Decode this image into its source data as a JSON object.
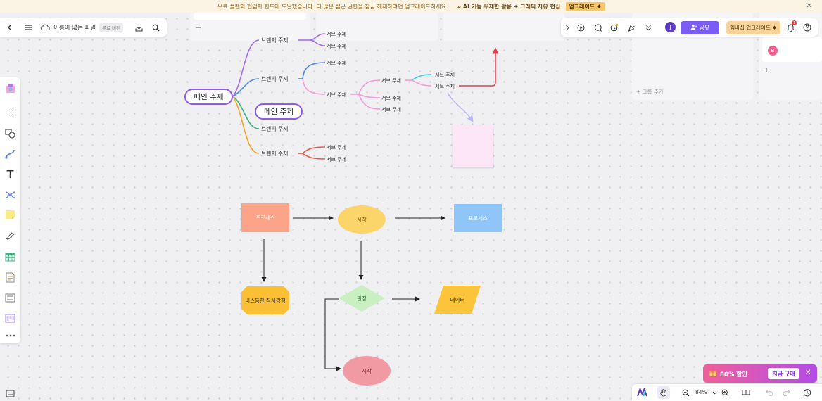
{
  "banner": {
    "message": "무료 플랜의 협업자 한도에 도달했습니다. 더 많은 접근 권한을 잠금 해제하려면 업그레이드하세요.",
    "ai_promo": "∞ AI 기능 무제한 활용 + 그래픽 자유 편집",
    "upgrade_label": "업그레이드 ♦"
  },
  "toolbar": {
    "file_name": "이름이 없는 파일",
    "free_badge": "무료 버전"
  },
  "top_right": {
    "avatar_initial": "J",
    "share_label": "공유",
    "upgrade_label": "멤버십 업그레이드 ♦",
    "notification_count": "1"
  },
  "kanban": {
    "add_group_label": "+ 그룹 추가",
    "avatar_initial": "B"
  },
  "mindmap": {
    "main_topic": "메인 주제",
    "main_topic_2": "메인 주제",
    "branches": [
      "브랜치 주제",
      "브랜치 주제",
      "브랜치 주제",
      "브랜치 주제"
    ],
    "sub": {
      "b1_1": "서브 주제",
      "b1_2": "서브 주제",
      "b2_1": "서브 주제",
      "b2_2": "서브 주제",
      "b2_2_1": "서브 주제",
      "b2_2_2": "서브 주제",
      "b2_2_3": "서브 주제",
      "b2_2_1_1": "서브 주제",
      "b2_2_1_2": "서브 주제",
      "b4_1": "서브 주제",
      "b4_2": "서브 주제"
    }
  },
  "flowchart": {
    "process_1": "프로세스",
    "start_1": "시작",
    "process_2": "프로세스",
    "preparation": "비스듬한 직사각형",
    "decision": "판정",
    "data": "데이터",
    "start_2": "시작"
  },
  "colors": {
    "process_1": "#fba48a",
    "start": "#fbd46a",
    "process_2": "#8fc6f7",
    "preparation": "#fbbf35",
    "decision": "#c8f0c0",
    "data": "#fbc43a",
    "start_2": "#f29aa3",
    "accent": "#7b5cf6"
  },
  "promo": {
    "label": "80% 할인",
    "buy_label": "지금 구매"
  },
  "zoom": {
    "level": "84%"
  }
}
